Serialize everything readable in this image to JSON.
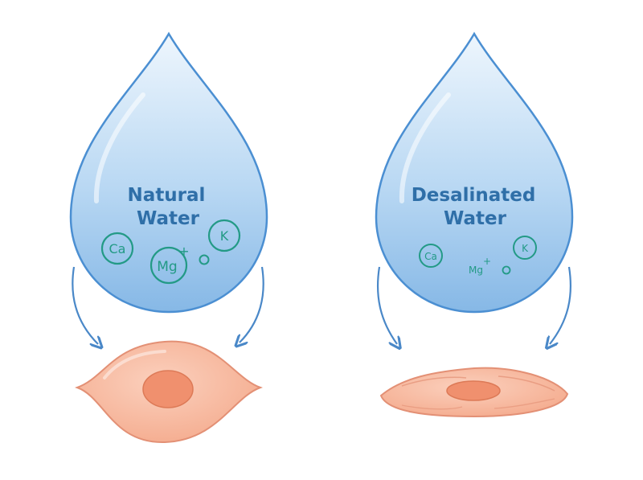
{
  "colors": {
    "drop_fill_top": "#e8f3fc",
    "drop_fill_bottom": "#8dbde8",
    "drop_stroke": "#4b8fd2",
    "title": "#2f6fa8",
    "ion": "#239a86",
    "arrow": "#4a88c8",
    "cell_fill": "#f7b89d",
    "cell_stroke": "#e39075",
    "nucleus": "#f0906e"
  },
  "natural": {
    "title_line1": "Natural",
    "title_line2": "Water",
    "ions": {
      "ca": "Ca",
      "mg": "Mg",
      "mg_charge": "+",
      "k": "K"
    },
    "cell_state": "healthy, plump"
  },
  "desalinated": {
    "title_line1": "Desalinated",
    "title_line2": "Water",
    "ions": {
      "ca": "Ca",
      "mg": "Mg",
      "mg_charge": "+",
      "k": "K"
    },
    "cell_state": "flattened, shrunken"
  }
}
